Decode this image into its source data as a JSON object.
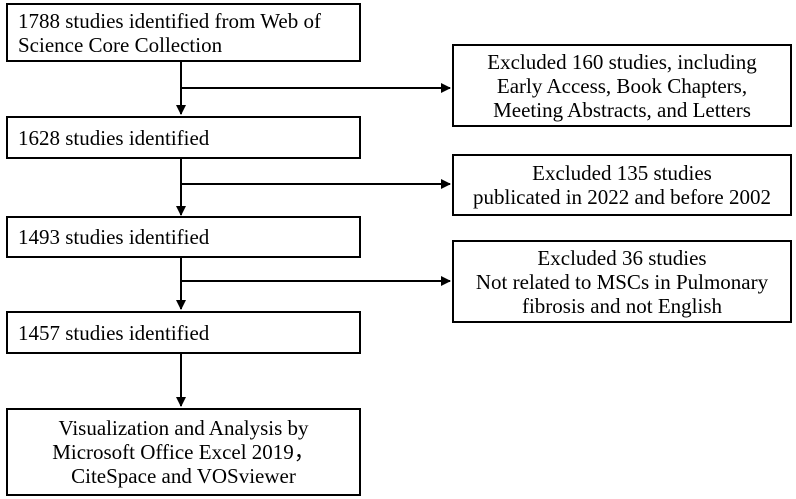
{
  "main_steps": [
    {
      "lines": [
        "1788 studies identified  from Web of",
        "Science Core Collection"
      ]
    },
    {
      "lines": [
        "1628 studies  identified"
      ]
    },
    {
      "lines": [
        "1493 studies  identified"
      ]
    },
    {
      "lines": [
        "1457 studies  identified"
      ]
    },
    {
      "lines": [
        "Visualization and Analysis by",
        "Microsoft Office Excel 2019，",
        "CiteSpace and VOSviewer"
      ]
    }
  ],
  "exclusions": [
    {
      "lines": [
        "Excluded  160 studies, including",
        "Early Access, Book Chapters,",
        "Meeting Abstracts, and Letters"
      ]
    },
    {
      "lines": [
        "Excluded 135 studies",
        "publicated in 2022 and before 2002"
      ]
    },
    {
      "lines": [
        "Excluded 36 studies",
        "Not related to MSCs in Pulmonary",
        "fibrosis and not English"
      ]
    }
  ]
}
